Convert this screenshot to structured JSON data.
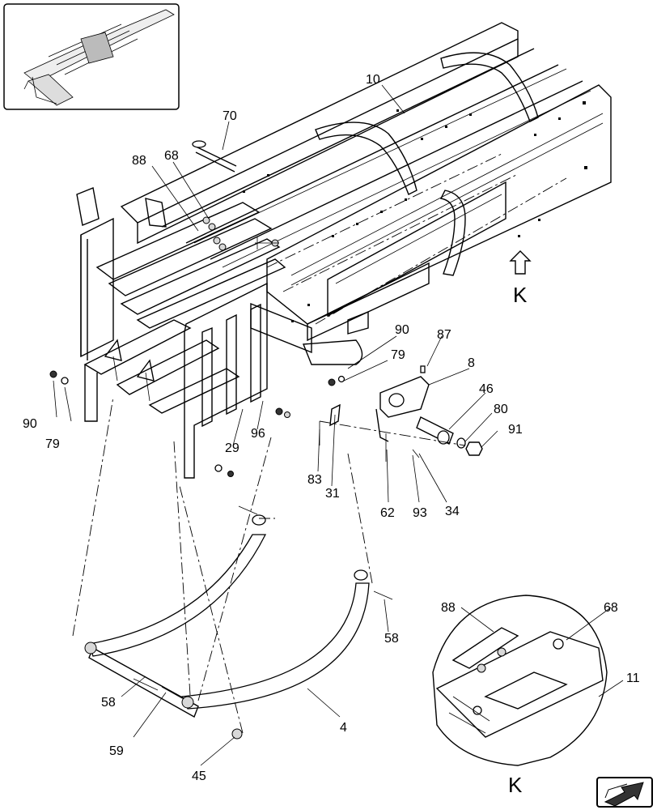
{
  "diagram": {
    "callouts": [
      {
        "id": "c10a",
        "text": "10"
      },
      {
        "id": "c70",
        "text": "70"
      },
      {
        "id": "c88a",
        "text": "88"
      },
      {
        "id": "c68a",
        "text": "68"
      },
      {
        "id": "c90a",
        "text": "90"
      },
      {
        "id": "c79a",
        "text": "79"
      },
      {
        "id": "c87",
        "text": "87"
      },
      {
        "id": "c8",
        "text": "8"
      },
      {
        "id": "c46",
        "text": "46"
      },
      {
        "id": "c80",
        "text": "80"
      },
      {
        "id": "c91",
        "text": "91"
      },
      {
        "id": "c90b",
        "text": "90"
      },
      {
        "id": "c79b",
        "text": "79"
      },
      {
        "id": "c29",
        "text": "29"
      },
      {
        "id": "c96",
        "text": "96"
      },
      {
        "id": "c83",
        "text": "83"
      },
      {
        "id": "c31",
        "text": "31"
      },
      {
        "id": "c62",
        "text": "62"
      },
      {
        "id": "c93",
        "text": "93"
      },
      {
        "id": "c34",
        "text": "34"
      },
      {
        "id": "c58a",
        "text": "58"
      },
      {
        "id": "c58b",
        "text": "58"
      },
      {
        "id": "c59",
        "text": "59"
      },
      {
        "id": "c4",
        "text": "4"
      },
      {
        "id": "c45",
        "text": "45"
      },
      {
        "id": "c88b",
        "text": "88"
      },
      {
        "id": "c68b",
        "text": "68"
      },
      {
        "id": "c11",
        "text": "11"
      }
    ],
    "view_label": "K",
    "detail_label": "K"
  }
}
